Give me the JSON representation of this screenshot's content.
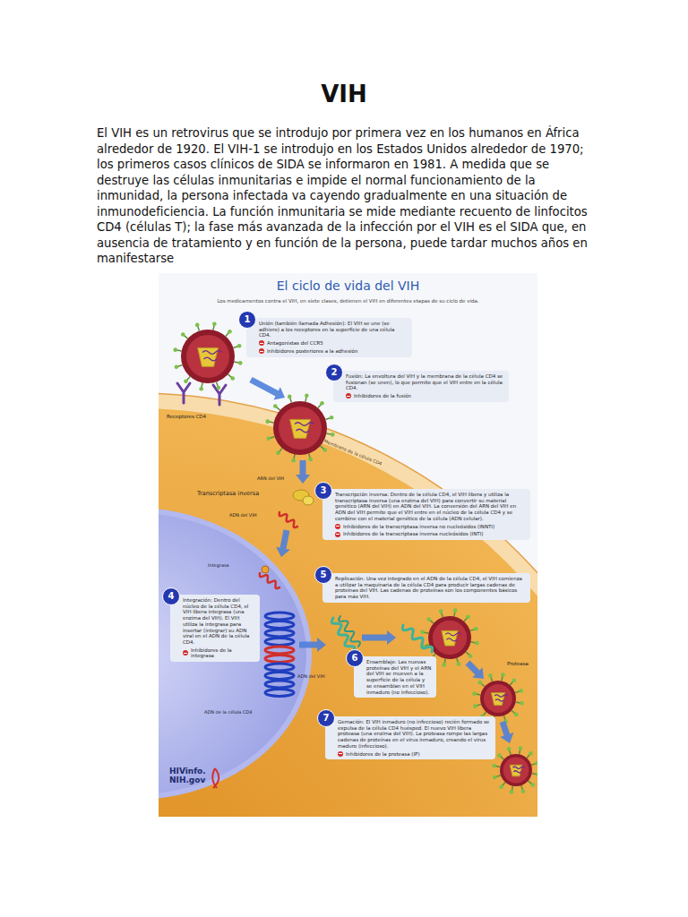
{
  "diagram": {
    "title": "VIH",
    "nodes": [
      {
        "text": [
          "1",
          "Unión (también llamada Adhesión): El VIH se une (se adhiere) a los receptores en la superficie de una célula CD4.",
          "Antagonistas del CCR5",
          "Inhibidores posteriores a la adhesión"
        ]
      },
      {
        "text": [
          "2",
          "Fusión: La envoltura del VIH y la membrana de la célula CD4 se fusionan (se unen), lo que permite que el VIH entre en la célula CD4.",
          "Inhibidores de la fusión"
        ]
      },
      {
        "text": [
          "3",
          "Transcripción inversa: Dentro de la célula CD4, el VIH libera y utiliza la transcriptasa inversa (una enzima del VIH) para convertir su material genético (ARN del VIH) en ADN del VIH. La conversión del ARN del VIH en ADN del VIH permite que el VIH entre en el núcleo de la célula CD4 y se combine con el material genético de la célula (ADN celular).",
          "Inhibidores de la transcriptasa inversa no nucleósidos (INNTI)",
          "Inhibidores de la transcriptasa inversa nucleósidos (INTI)"
        ]
      },
      {
        "text": [
          "4",
          "Integración: Dentro del núcleo de la célula CD4, el VIH libera integrasa (una enzima del VIH). El VIH utiliza la integrasa para insertar (integrar) su ADN viral en el ADN de la célula CD4.",
          "Inhibidores de la integrasa"
        ]
      },
      {
        "text": [
          "5",
          "Replicación: Una vez integrado en el ADN de la célula CD4, el VIH comienza a utilizar la maquinaria de la célula CD4 para producir largas cadenas de proteínas del VIH. Las cadenas de proteínas son los componentes básicos para más VIH."
        ]
      },
      {
        "text": [
          "6",
          "Ensamblaje: Las nuevas proteínas del VIH y el ARN del VIH se mueven a la superficie de la célula y se ensamblan en el VIH inmaduro (no infeccioso)."
        ]
      },
      {
        "text": [
          "7",
          "Gemación: El VIH inmaduro (no infeccioso) recién formado se expulsa de la célula CD4 huésped. El nuevo VIH libera proteasa (una enzima del VIH). La proteasa rompe las largas cadenas de proteínas en el virus inmaduro, creando el virus maduro (infeccioso).",
          "Inhibidores de la proteasa (IP)"
        ]
      }
    ],
    "labels": [
      "El VIH es un retrovirus que se introdujo por primera vez en los humanos en África alrededor de 1920. El VIH-1 se introdujo en los Estados Unidos alrededor de 1970; los primeros casos clínicos de SIDA se informaron en 1981. A medida que se destruye las células inmunitarias e impide el normal funcionamiento de la inmunidad, la persona infectada va cayendo gradualmente en una situación de inmunodeficiencia. La función inmunitaria se mide mediante recuento de linfocitos CD4 (células T); la fase más avanzada de la infección por el VIH es el SIDA que, en ausencia de tratamiento y en función de la persona, puede tardar muchos años en manifestarse",
      "El ciclo de vida del VIH",
      "Los medicamentos contra el VIH, en siete clases, detienen el VIH en diferentes etapas de su ciclo de vida.",
      "Receptores CD4",
      "Membrana de la célula CD4",
      "ARN del VIH",
      "Transcriptasa inversa",
      "ADN del VIH",
      "Integrasa",
      "ADN del VIH",
      "ADN de la célula CD4",
      "Proteasa",
      "HIVinfo. NIH.gov"
    ]
  }
}
